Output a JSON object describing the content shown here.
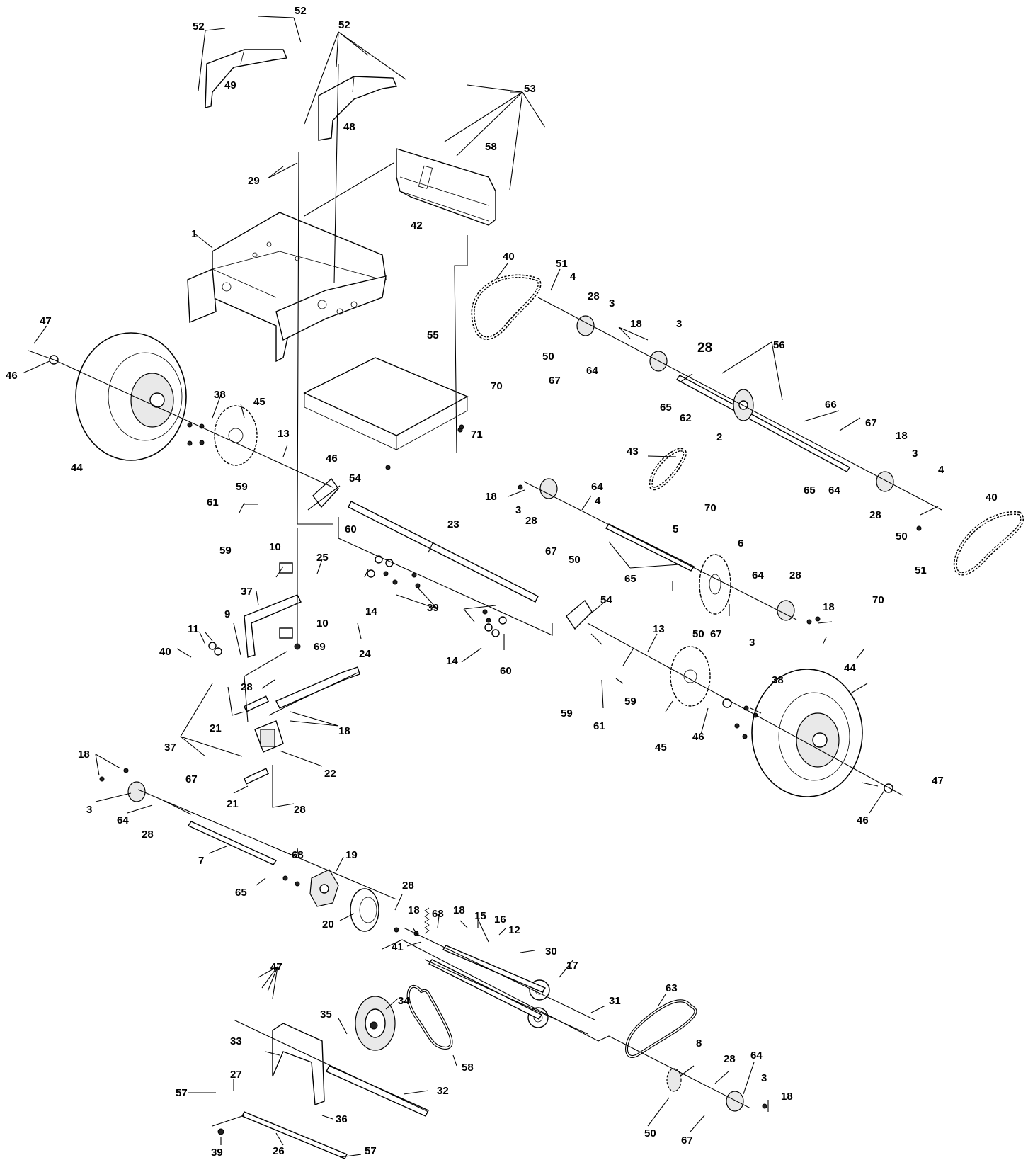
{
  "diagram": {
    "callouts": [
      {
        "id": "c52a",
        "text": "52"
      },
      {
        "id": "c52b",
        "text": "52"
      },
      {
        "id": "c52c",
        "text": "52"
      },
      {
        "id": "c49",
        "text": "49"
      },
      {
        "id": "c48",
        "text": "48"
      },
      {
        "id": "c53",
        "text": "53"
      },
      {
        "id": "c58a",
        "text": "58"
      },
      {
        "id": "c29",
        "text": "29"
      },
      {
        "id": "c42",
        "text": "42"
      },
      {
        "id": "c1",
        "text": "1"
      },
      {
        "id": "c40a",
        "text": "40"
      },
      {
        "id": "c51a",
        "text": "51"
      },
      {
        "id": "c4a",
        "text": "4"
      },
      {
        "id": "c28a",
        "text": "28"
      },
      {
        "id": "c3a",
        "text": "3"
      },
      {
        "id": "c18a",
        "text": "18"
      },
      {
        "id": "c3b",
        "text": "3"
      },
      {
        "id": "c28b",
        "text": "28"
      },
      {
        "id": "c50a",
        "text": "50"
      },
      {
        "id": "c67a",
        "text": "67"
      },
      {
        "id": "c64a",
        "text": "64"
      },
      {
        "id": "c56",
        "text": "56"
      },
      {
        "id": "c65a",
        "text": "65"
      },
      {
        "id": "c62",
        "text": "62"
      },
      {
        "id": "c70a",
        "text": "70"
      },
      {
        "id": "c47a",
        "text": "47"
      },
      {
        "id": "c46a",
        "text": "46"
      },
      {
        "id": "c55",
        "text": "55"
      },
      {
        "id": "c2",
        "text": "2"
      },
      {
        "id": "c66",
        "text": "66"
      },
      {
        "id": "c38a",
        "text": "38"
      },
      {
        "id": "c45a",
        "text": "45"
      },
      {
        "id": "c44a",
        "text": "44"
      },
      {
        "id": "c13a",
        "text": "13"
      },
      {
        "id": "c71",
        "text": "71"
      },
      {
        "id": "c67b",
        "text": "67"
      },
      {
        "id": "c18b",
        "text": "18"
      },
      {
        "id": "c3c",
        "text": "3"
      },
      {
        "id": "c43",
        "text": "43"
      },
      {
        "id": "c46b",
        "text": "46"
      },
      {
        "id": "c54a",
        "text": "54"
      },
      {
        "id": "c18c",
        "text": "18"
      },
      {
        "id": "c64b",
        "text": "64"
      },
      {
        "id": "c65b",
        "text": "65"
      },
      {
        "id": "c64c",
        "text": "64"
      },
      {
        "id": "c4b",
        "text": "4"
      },
      {
        "id": "c40b",
        "text": "40"
      },
      {
        "id": "c59a",
        "text": "59"
      },
      {
        "id": "c61a",
        "text": "61"
      },
      {
        "id": "c59b",
        "text": "59"
      },
      {
        "id": "c3d",
        "text": "3"
      },
      {
        "id": "c28c",
        "text": "28"
      },
      {
        "id": "c4c",
        "text": "4"
      },
      {
        "id": "c70b",
        "text": "70"
      },
      {
        "id": "c28d",
        "text": "28"
      },
      {
        "id": "c50b",
        "text": "50"
      },
      {
        "id": "c51b",
        "text": "51"
      },
      {
        "id": "c60a",
        "text": "60"
      },
      {
        "id": "c23",
        "text": "23"
      },
      {
        "id": "c5",
        "text": "5"
      },
      {
        "id": "c67c",
        "text": "67"
      },
      {
        "id": "c50c",
        "text": "50"
      },
      {
        "id": "c10a",
        "text": "10"
      },
      {
        "id": "c25",
        "text": "25"
      },
      {
        "id": "c65c",
        "text": "65"
      },
      {
        "id": "c6",
        "text": "6"
      },
      {
        "id": "c70c",
        "text": "70"
      },
      {
        "id": "c14a",
        "text": "14"
      },
      {
        "id": "c37a",
        "text": "37"
      },
      {
        "id": "c64d",
        "text": "64"
      },
      {
        "id": "c28e",
        "text": "28"
      },
      {
        "id": "c39a",
        "text": "39"
      },
      {
        "id": "c54b",
        "text": "54"
      },
      {
        "id": "c9",
        "text": "9"
      },
      {
        "id": "c18d",
        "text": "18"
      },
      {
        "id": "c10b",
        "text": "10"
      },
      {
        "id": "c11",
        "text": "11"
      },
      {
        "id": "c50d",
        "text": "50"
      },
      {
        "id": "c67d",
        "text": "67"
      },
      {
        "id": "c3e",
        "text": "3"
      },
      {
        "id": "c14b",
        "text": "14"
      },
      {
        "id": "c60b",
        "text": "60"
      },
      {
        "id": "c13b",
        "text": "13"
      },
      {
        "id": "c40c",
        "text": "40"
      },
      {
        "id": "c69",
        "text": "69"
      },
      {
        "id": "c24",
        "text": "24"
      },
      {
        "id": "c44b",
        "text": "44"
      },
      {
        "id": "c38b",
        "text": "38"
      },
      {
        "id": "c28f",
        "text": "28"
      },
      {
        "id": "c59c",
        "text": "59"
      },
      {
        "id": "c59d",
        "text": "59"
      },
      {
        "id": "c61b",
        "text": "61"
      },
      {
        "id": "c21a",
        "text": "21"
      },
      {
        "id": "c18e",
        "text": "18"
      },
      {
        "id": "c45b",
        "text": "45"
      },
      {
        "id": "c46c",
        "text": "46"
      },
      {
        "id": "c37b",
        "text": "37"
      },
      {
        "id": "c18f",
        "text": "18"
      },
      {
        "id": "c22",
        "text": "22"
      },
      {
        "id": "c67e",
        "text": "67"
      },
      {
        "id": "c47b",
        "text": "47"
      },
      {
        "id": "c21b",
        "text": "21"
      },
      {
        "id": "c3f",
        "text": "3"
      },
      {
        "id": "c28g",
        "text": "28"
      },
      {
        "id": "c46d",
        "text": "46"
      },
      {
        "id": "c64e",
        "text": "64"
      },
      {
        "id": "c28h",
        "text": "28"
      },
      {
        "id": "c7",
        "text": "7"
      },
      {
        "id": "c68a",
        "text": "68"
      },
      {
        "id": "c19",
        "text": "19"
      },
      {
        "id": "c65d",
        "text": "65"
      },
      {
        "id": "c28i",
        "text": "28"
      },
      {
        "id": "c18g",
        "text": "18"
      },
      {
        "id": "c68b",
        "text": "68"
      },
      {
        "id": "c18h",
        "text": "18"
      },
      {
        "id": "c15",
        "text": "15"
      },
      {
        "id": "c16",
        "text": "16"
      },
      {
        "id": "c20",
        "text": "20"
      },
      {
        "id": "c12",
        "text": "12"
      },
      {
        "id": "c41",
        "text": "41"
      },
      {
        "id": "c30",
        "text": "30"
      },
      {
        "id": "c17",
        "text": "17"
      },
      {
        "id": "c47c",
        "text": "47"
      },
      {
        "id": "c31",
        "text": "31"
      },
      {
        "id": "c63",
        "text": "63"
      },
      {
        "id": "c34",
        "text": "34"
      },
      {
        "id": "c35",
        "text": "35"
      },
      {
        "id": "c33",
        "text": "33"
      },
      {
        "id": "c8",
        "text": "8"
      },
      {
        "id": "c58b",
        "text": "58"
      },
      {
        "id": "c28j",
        "text": "28"
      },
      {
        "id": "c64f",
        "text": "64"
      },
      {
        "id": "c27",
        "text": "27"
      },
      {
        "id": "c57a",
        "text": "57"
      },
      {
        "id": "c32",
        "text": "32"
      },
      {
        "id": "c3g",
        "text": "3"
      },
      {
        "id": "c18i",
        "text": "18"
      },
      {
        "id": "c36",
        "text": "36"
      },
      {
        "id": "c50e",
        "text": "50"
      },
      {
        "id": "c67f",
        "text": "67"
      },
      {
        "id": "c26",
        "text": "26"
      },
      {
        "id": "c39b",
        "text": "39"
      },
      {
        "id": "c57b",
        "text": "57"
      }
    ]
  }
}
